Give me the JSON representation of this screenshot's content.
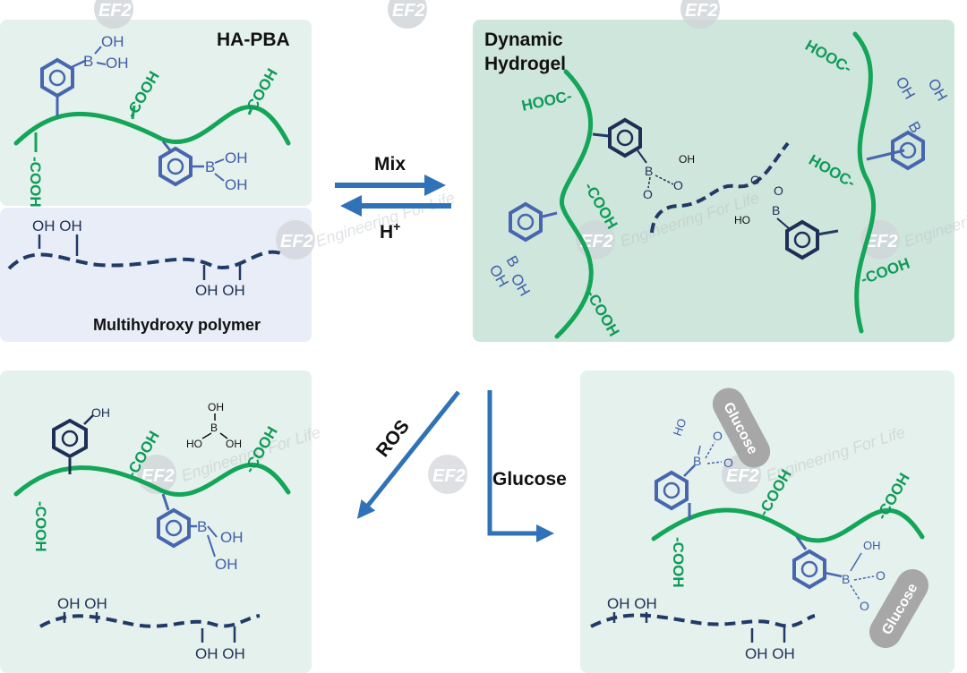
{
  "panels": {
    "ha_pba": {
      "title": "HA-PBA"
    },
    "multihydroxy": {
      "title": "Multihydroxy polymer"
    },
    "hydrogel": {
      "title_line1": "Dynamic",
      "title_line2": "Hydrogel"
    }
  },
  "arrows": {
    "mix": "Mix",
    "acid": "H",
    "acid_sup": "+",
    "ros": "ROS",
    "glucose": "Glucose"
  },
  "groups": {
    "cooh": "COOH",
    "cooh_left_prefix": "-COOH",
    "cooh_reversed": "HOOC-",
    "oh": "OH",
    "oh_pair": "OH OH",
    "ho": "HO",
    "boron": "B",
    "oxygen": "O",
    "glucose": "Glucose"
  },
  "watermark": {
    "logo": "EF2",
    "text": "Engineering For Life"
  },
  "colors": {
    "panel_green": "#e5f1ec",
    "panel_blue": "#e8edf7",
    "hydrogel_green": "#cfe6dc",
    "chain_green": "#13a558",
    "cooh_green": "#0f9a58",
    "pba_blue": "#4766b0",
    "polymer_navy": "#213a66",
    "arrow_blue": "#2f72b8",
    "glucose_grey": "#a7a7a7"
  }
}
